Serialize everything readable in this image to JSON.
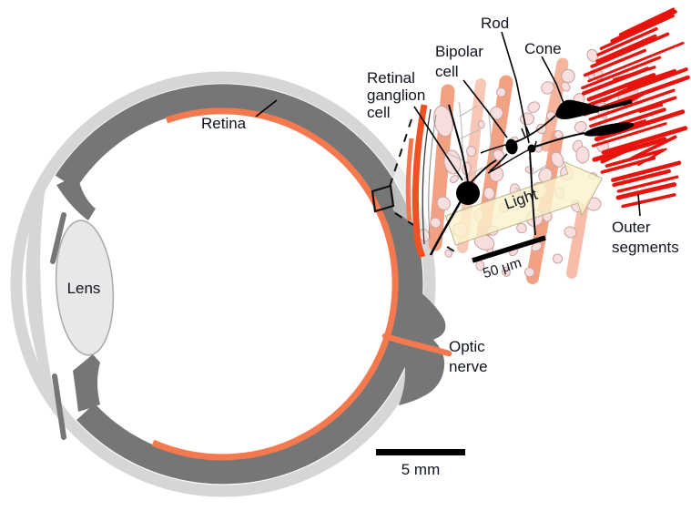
{
  "figure": {
    "description": "Cross-section of the eye with magnified inset of retinal circuitry"
  },
  "eye": {
    "labels": {
      "retina": "Retina",
      "lens": "Lens",
      "optic_nerve": [
        "Optic",
        "nerve"
      ]
    },
    "scale_bar": {
      "label": "5 mm"
    }
  },
  "inset": {
    "labels": {
      "retinal_ganglion_cell": [
        "Retinal",
        "ganglion",
        "cell"
      ],
      "bipolar_cell": [
        "Bipolar",
        "cell"
      ],
      "rod": "Rod",
      "cone": "Cone",
      "outer_segments": [
        "Outer",
        "segments"
      ],
      "light_arrow": "Light"
    },
    "scale_bar": {
      "label": "50 μm"
    }
  },
  "colors": {
    "text": "#10141f",
    "sclera_light_gray": "#D6D6D6",
    "choroid_dark_gray": "#767676",
    "retina_orange": "#F4794F",
    "nerve_fiber_orange": "#F05123",
    "muller_salmon": "#F3A183",
    "nuclei_pink_fill": "#F8DEDC",
    "nuclei_pink_stroke": "#C9A0A4",
    "outer_segment_red": "#E8130C",
    "light_arrow_yellow": "#FAF3CC",
    "lens_fill": "#E8E8E8"
  }
}
